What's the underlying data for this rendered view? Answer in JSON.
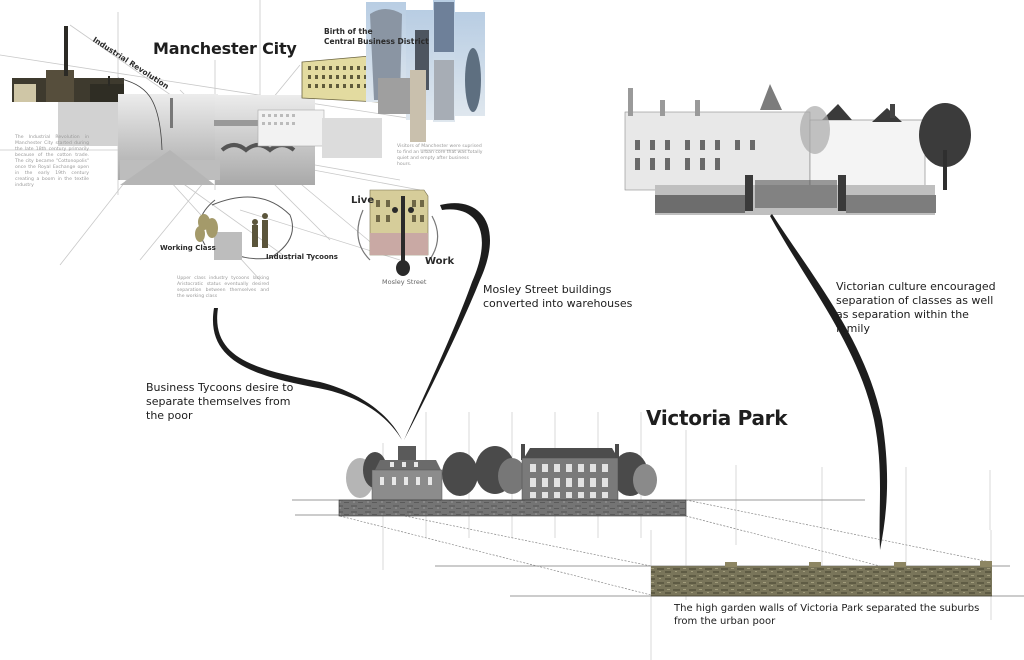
{
  "upper_left": {
    "title": "Manchester City",
    "industrial_revolution_label": "Industrial Revolution",
    "industrial_revolution_text": "The Industrial Revolution in Manchester City started during the late 18th century primarily because of the cotton trade. The city became \"Cottonopolis\" once the Royal Exchange open in the early 19th century creating a boom in the textile industry",
    "cbd_title": "Birth of the\nCentral Business District",
    "cbd_text": "Visitors of Manchester were suprised to find an urban core that was totally quiet and empty after business hours.",
    "working_class_label": "Working Class",
    "industrial_tycoons_label": "Industrial Tycoons",
    "class_text": "Upper class industry tycoons lacking Aristocratic status eventually desired separation between themselves and the working class",
    "live_label": "Live",
    "work_label": "Work",
    "mosley_street_label": "Mosley Street"
  },
  "annotations": {
    "tycoons_caption": "Business Tycoons desire to\nseparate themselves from\nthe poor",
    "mosley_caption": "Mosley Street buildings\nconverted into warehouses",
    "victorian_caption": "Victorian culture encouraged\nseparation of classes as well\nas separation within the\nfamily"
  },
  "victoria_park": {
    "title": "Victoria Park",
    "wall_caption": "The high garden walls of Victoria Park separated the suburbs\nfrom the urban poor"
  },
  "colors": {
    "ink": "#1e1e1e",
    "grey_text": "#9a9a9a",
    "stone_wall": "#6e6a52",
    "park_wall": "#6d6d6d",
    "sepia": "#d9cf9a",
    "sky": "#a9c3dc",
    "guide_line": "#cfcfcf"
  }
}
